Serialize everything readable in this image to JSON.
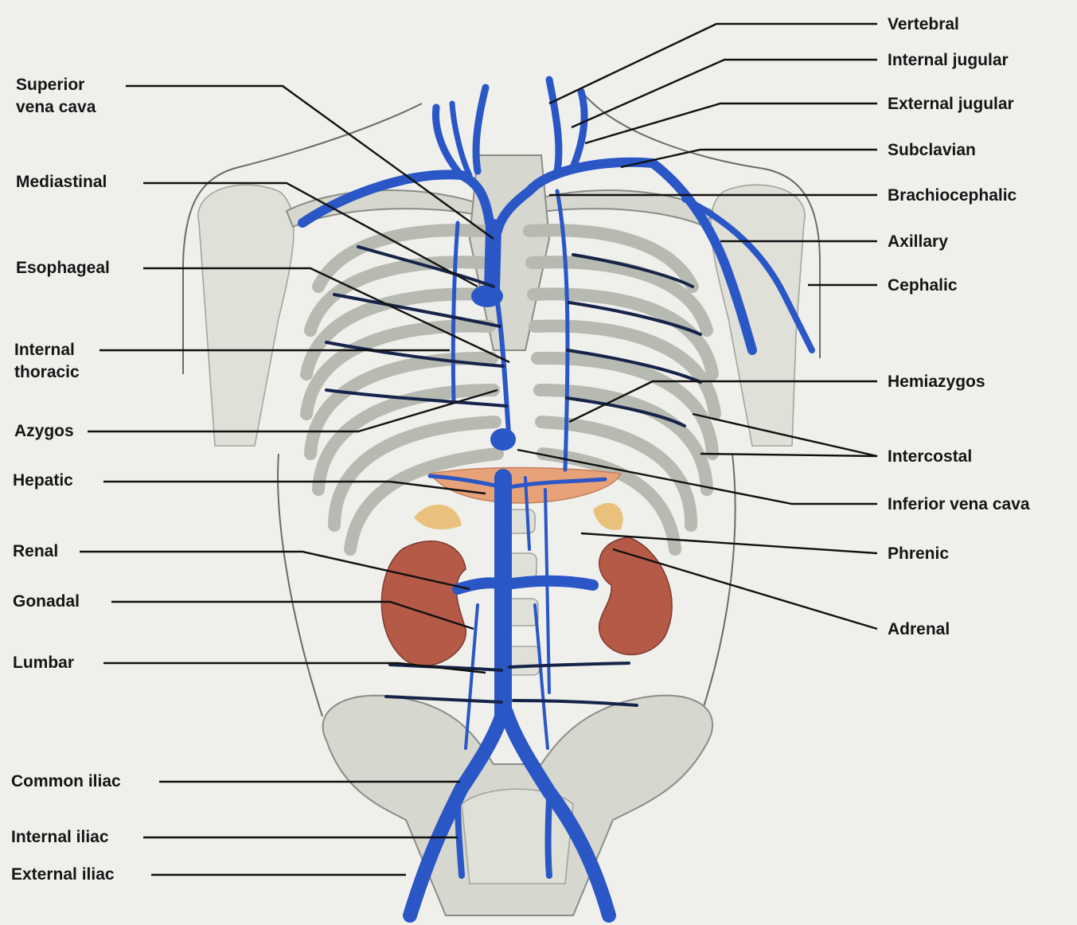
{
  "labels_left": [
    {
      "id": "superior-vena-cava",
      "lines": [
        "Superior",
        "vena cava"
      ]
    },
    {
      "id": "mediastinal",
      "lines": [
        "Mediastinal"
      ]
    },
    {
      "id": "esophageal",
      "lines": [
        "Esophageal"
      ]
    },
    {
      "id": "internal-thoracic",
      "lines": [
        "Internal",
        "thoracic"
      ]
    },
    {
      "id": "azygos",
      "lines": [
        "Azygos"
      ]
    },
    {
      "id": "hepatic",
      "lines": [
        "Hepatic"
      ]
    },
    {
      "id": "renal",
      "lines": [
        "Renal"
      ]
    },
    {
      "id": "gonadal",
      "lines": [
        "Gonadal"
      ]
    },
    {
      "id": "lumbar",
      "lines": [
        "Lumbar"
      ]
    },
    {
      "id": "common-iliac",
      "lines": [
        "Common iliac"
      ]
    },
    {
      "id": "internal-iliac",
      "lines": [
        "Internal iliac"
      ]
    },
    {
      "id": "external-iliac",
      "lines": [
        "External iliac"
      ]
    }
  ],
  "labels_right": [
    {
      "id": "vertebral",
      "lines": [
        "Vertebral"
      ]
    },
    {
      "id": "internal-jugular",
      "lines": [
        "Internal jugular"
      ]
    },
    {
      "id": "external-jugular",
      "lines": [
        "External jugular"
      ]
    },
    {
      "id": "subclavian",
      "lines": [
        "Subclavian"
      ]
    },
    {
      "id": "brachiocephalic",
      "lines": [
        "Brachiocephalic"
      ]
    },
    {
      "id": "axillary",
      "lines": [
        "Axillary"
      ]
    },
    {
      "id": "cephalic",
      "lines": [
        "Cephalic"
      ]
    },
    {
      "id": "hemiazygos",
      "lines": [
        "Hemiazygos"
      ]
    },
    {
      "id": "intercostal",
      "lines": [
        "Intercostal"
      ]
    },
    {
      "id": "inferior-vena-cava",
      "lines": [
        "Inferior vena cava"
      ]
    },
    {
      "id": "phrenic",
      "lines": [
        "Phrenic"
      ]
    },
    {
      "id": "adrenal",
      "lines": [
        "Adrenal"
      ]
    }
  ],
  "colors": {
    "vein": "#2a56c6",
    "kidney": "#b65a48",
    "liver": "#e8a27a",
    "bone": "#d6d8cf",
    "background": "#efefec"
  }
}
